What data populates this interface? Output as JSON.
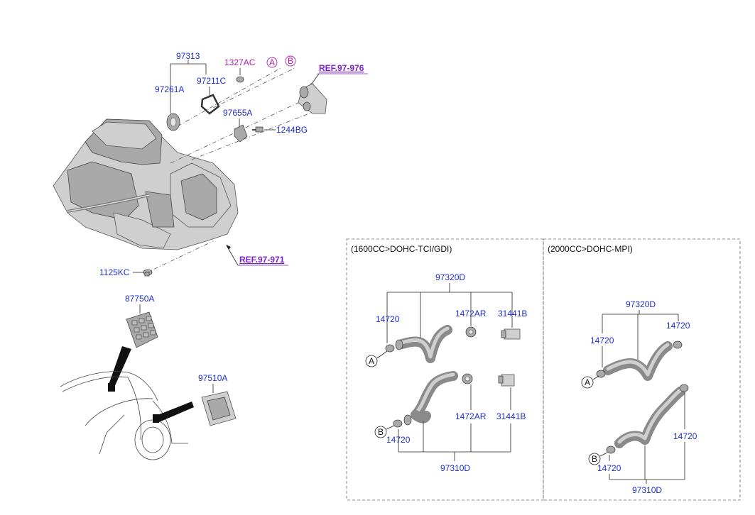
{
  "parts_labels": {
    "p97313": "97313",
    "p1327AC": "1327AC",
    "pA_top": "A",
    "pB_top": "B",
    "ref_97976": "REF.97-976",
    "p97261A": "97261A",
    "p97211C": "97211C",
    "p97655A": "97655A",
    "p1244BG": "1244BG",
    "ref_97971": "REF.97-971",
    "p1125KC": "1125KC",
    "p87750A": "87750A",
    "p97510A": "97510A"
  },
  "panel_left": {
    "title": "(1600CC>DOHC-TCI/GDI)",
    "p97320D": "97320D",
    "p14720_a": "14720",
    "p1472AR_a": "1472AR",
    "p31441B_a": "31441B",
    "circle_A": "A",
    "circle_B": "B",
    "p1472AR_b": "1472AR",
    "p31441B_b": "31441B",
    "p14720_b": "14720",
    "p97310D": "97310D"
  },
  "panel_right": {
    "title": "(2000CC>DOHC-MPI)",
    "p97320D": "97320D",
    "p14720_a": "14720",
    "p14720_b": "14720",
    "circle_A": "A",
    "p14720_c": "14720",
    "circle_B": "B",
    "p14720_d": "14720",
    "p97310D": "97310D"
  },
  "colors": {
    "label_blue": "#1d2fd1",
    "ref_purple": "#7a22c8",
    "magenta": "#b01fb0"
  }
}
